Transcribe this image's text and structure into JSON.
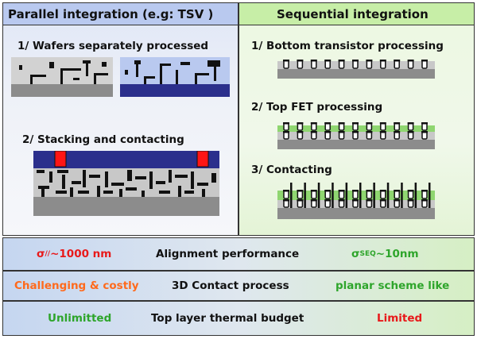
{
  "colors": {
    "left_header_bg": "#b9c9ef",
    "right_header_bg": "#c7eea7",
    "deep_blue": "#2b2f8c",
    "black_contact": "#111111",
    "grey_substrate": "#8c8c8c",
    "light_grey": "#c8c8c8",
    "green_layer": "#8fd670",
    "red_pad": "#ff1515",
    "red_text": "#e8191a",
    "orange_text": "#ff6a1c",
    "green_text": "#2ea52b"
  },
  "left_panel": {
    "header": "Parallel integration (e.g: TSV )",
    "step1": "1/ Wafers separately processed",
    "step2": "2/ Stacking and contacting"
  },
  "right_panel": {
    "header": "Sequential integration",
    "step1": "1/ Bottom transistor processing",
    "step2": "2/ Top FET processing",
    "step3": "3/ Contacting"
  },
  "comparison": [
    {
      "left_symbol": "σ",
      "left_sub": "//",
      "left_value": " ~1000 nm",
      "middle": "Alignment performance",
      "right_symbol": "σ",
      "right_sub": "SEQ",
      "right_value": " ~10nm"
    },
    {
      "left": "Challenging & costly",
      "middle": "3D Contact process",
      "right": "planar scheme like"
    },
    {
      "left": "Unlimitted",
      "middle": "Top layer thermal budget",
      "right": "Limited"
    }
  ]
}
